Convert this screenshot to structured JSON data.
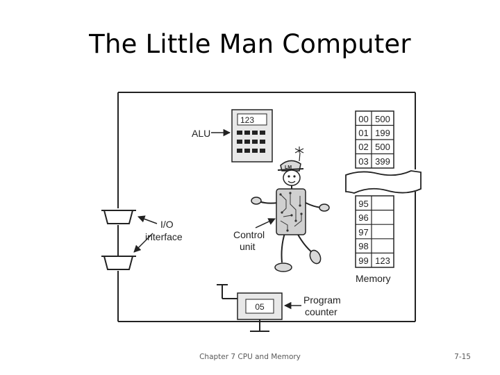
{
  "slide": {
    "title": "The Little Man Computer",
    "footer_center": "Chapter 7 CPU and Memory",
    "footer_right": "7-15"
  },
  "diagram": {
    "alu_label": "ALU",
    "alu_display": "123",
    "io_label": [
      "I/O",
      "interface"
    ],
    "control_label": [
      "Control",
      "unit"
    ],
    "lmc_badge": "LM",
    "program_counter_label": [
      "Program",
      "counter"
    ],
    "program_counter_value": "05",
    "memory_label": "Memory",
    "memory_top": [
      {
        "address": "00",
        "value": "500"
      },
      {
        "address": "01",
        "value": "199"
      },
      {
        "address": "02",
        "value": "500"
      },
      {
        "address": "03",
        "value": "399"
      }
    ],
    "memory_bottom": [
      {
        "address": "95",
        "value": ""
      },
      {
        "address": "96",
        "value": ""
      },
      {
        "address": "97",
        "value": ""
      },
      {
        "address": "98",
        "value": ""
      },
      {
        "address": "99",
        "value": "123"
      }
    ]
  }
}
